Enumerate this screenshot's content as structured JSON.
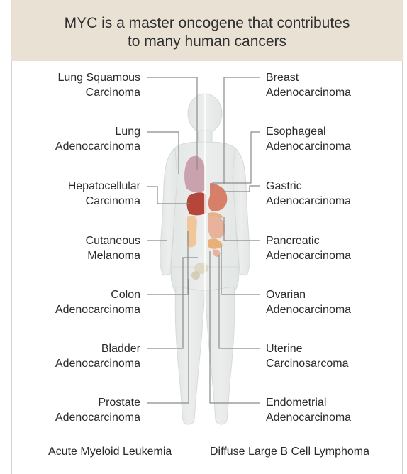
{
  "title": {
    "line1": "MYC is a master oncogene that contributes",
    "line2": "to many human cancers"
  },
  "labels_left": [
    {
      "line1": "Lung Squamous",
      "line2": "Carcinoma"
    },
    {
      "line1": "Lung",
      "line2": "Adenocarcinoma"
    },
    {
      "line1": "Hepatocellular",
      "line2": "Carcinoma"
    },
    {
      "line1": "Cutaneous",
      "line2": "Melanoma"
    },
    {
      "line1": "Colon",
      "line2": "Adenocarcinoma"
    },
    {
      "line1": "Bladder",
      "line2": "Adenocarcinoma"
    },
    {
      "line1": "Prostate",
      "line2": "Adenocarcinoma"
    }
  ],
  "labels_right": [
    {
      "line1": "Breast",
      "line2": "Adenocarcinoma"
    },
    {
      "line1": "Esophageal",
      "line2": "Adenocarcinoma"
    },
    {
      "line1": "Gastric",
      "line2": "Adenocarcinoma"
    },
    {
      "line1": "Pancreatic",
      "line2": "Adenocarcinoma"
    },
    {
      "line1": "Ovarian",
      "line2": "Adenocarcinoma"
    },
    {
      "line1": "Uterine",
      "line2": "Carcinosarcoma"
    },
    {
      "line1": "Endometrial",
      "line2": "Adenocarcinoma"
    }
  ],
  "bottom_left": "Acute Myeloid Leukemia",
  "bottom_right": "Diffuse Large B Cell Lymphoma",
  "colors": {
    "header_bg": "#e8e1d4",
    "body_fill": "#e6e9e8",
    "leader_line": "#8a8a8a",
    "lung": "#c9a2ad",
    "liver": "#b5463a",
    "stomach": "#d87f69",
    "intestine": "#f0c79a",
    "bladder": "#ddd8c4"
  }
}
